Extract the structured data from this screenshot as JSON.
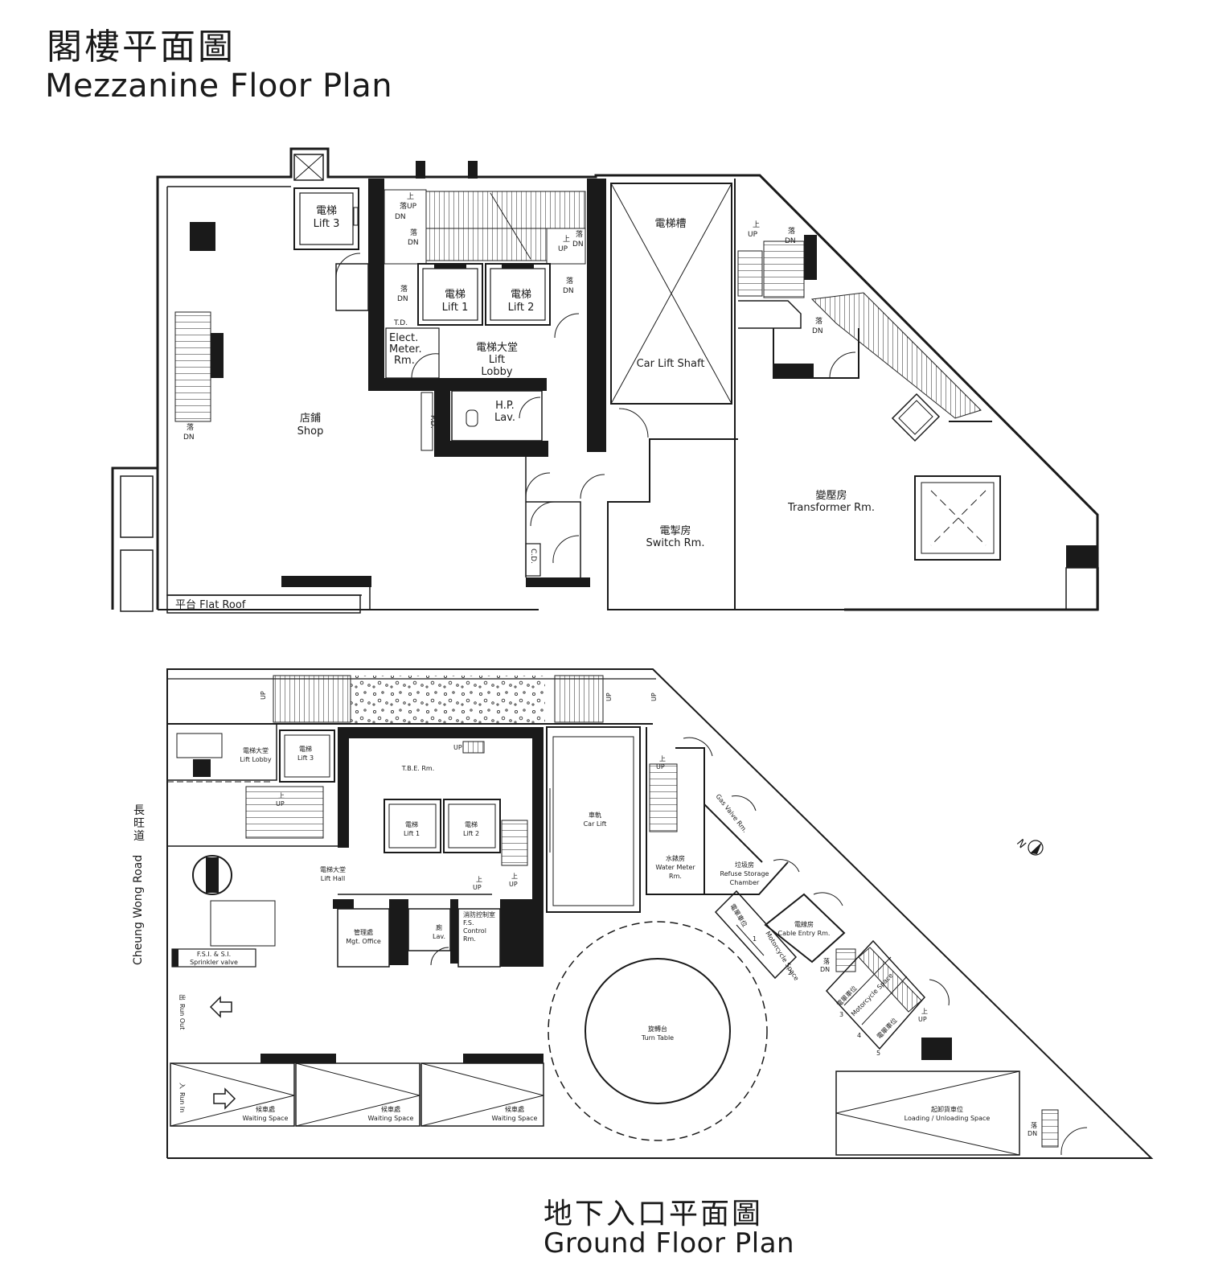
{
  "mezzanine": {
    "title_zh": "閣樓平面圖",
    "title_en": "Mezzanine Floor Plan",
    "labels": {
      "lift3_zh": "電梯",
      "lift3_en": "Lift 3",
      "lift1_zh": "電梯",
      "lift1_en": "Lift 1",
      "lift2_zh": "電梯",
      "lift2_en": "Lift 2",
      "lift_lobby_zh": "電梯大堂",
      "lift_lobby_en1": "Lift",
      "lift_lobby_en2": "Lobby",
      "elect1": "Elect.",
      "elect2": "Meter.",
      "elect3": "Rm.",
      "td": "T.D.",
      "hp1": "H.P.",
      "hp2": "Lav.",
      "pd": "P.D.",
      "cd": "C.D.",
      "shop_zh": "店鋪",
      "shop_en": "Shop",
      "flat_roof": "平台 Flat Roof",
      "car_lift_pit": "電梯槽",
      "car_lift_shaft": "Car Lift Shaft",
      "switch_zh": "電掣房",
      "switch_en": "Switch Rm.",
      "transformer_zh": "變壓房",
      "transformer_en": "Transformer Rm.",
      "up_zh": "上",
      "up_en": "UP",
      "dn_zh": "落",
      "dn_en": "DN",
      "dnup_zh": "落UP"
    }
  },
  "ground": {
    "title_zh": "地下入口平面圖",
    "title_en": "Ground Floor Plan",
    "labels": {
      "lift_lobby_zh": "電梯大堂",
      "lift_lobby_en": "Lift Lobby",
      "lift3_zh": "電梯",
      "lift3_en": "Lift 3",
      "tbe": "T.B.E. Rm.",
      "lift1_zh": "電梯",
      "lift1_en": "Lift 1",
      "lift2_zh": "電梯",
      "lift2_en": "Lift 2",
      "car_lift_zh": "車軌",
      "car_lift_en": "Car Lift",
      "lift_hall_zh": "電梯大堂",
      "lift_hall_en": "Lift Hall",
      "mgt_zh": "管理處",
      "mgt_en": "Mgt. Office",
      "lav_zh": "廁",
      "lav_en": "Lav.",
      "fs_zh": "消防控制室",
      "fs_en1": "F.S.",
      "fs_en2": "Control",
      "fs_en3": "Rm.",
      "fsi1": "F.S.I. & S.I.",
      "fsi2": "Sprinkler valve",
      "water_zh": "水錶房",
      "water_en1": "Water Meter",
      "water_en2": "Rm.",
      "gas": "Gas Valve Rm.",
      "refuse_zh": "垃圾房",
      "refuse_en1": "Refuse Storage",
      "refuse_en2": "Chamber",
      "cable_zh": "電線房",
      "cable_en": "Cable Entry Rm.",
      "moto1": "Motorcycle Space",
      "moto_zh": "電單車位",
      "turn_zh": "旋轉台",
      "turn_en": "Turn Table",
      "run_out_zh": "出",
      "run_out_en": "Run Out",
      "run_in_zh": "入",
      "run_in_en": "Run In",
      "waiting_zh": "候車處",
      "waiting_en": "Waiting Space",
      "loading_zh": "起卸貨車位",
      "loading_en": "Loading / Unloading Space",
      "road_zh": "長旺道",
      "road_en": "Cheung Wong Road",
      "north": "N",
      "up_zh": "上",
      "up_en": "UP",
      "dn_zh": "落",
      "dn_en": "DN",
      "n1": "1",
      "n2": "2",
      "n3": "3",
      "n4": "4",
      "n5": "5"
    }
  }
}
